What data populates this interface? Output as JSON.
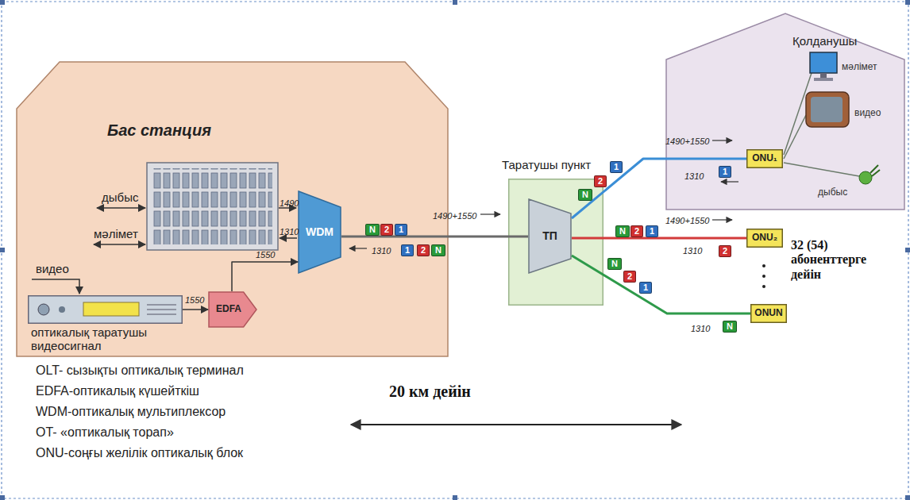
{
  "diagram": {
    "nodes": [
      {
        "text": [
          "Бас станция"
        ]
      },
      {
        "text": [
          "WDM"
        ],
        "in": 0
      },
      {
        "text": [
          "EDFA"
        ],
        "in": 0
      },
      {
        "text": [
          "оптикалық таратушы видеосигнал"
        ],
        "in": 0
      },
      {
        "text": [
          "Таратушы пункт"
        ]
      },
      {
        "text": [
          "ТП"
        ],
        "in": 4
      },
      {
        "text": [
          "Қолданушы"
        ]
      },
      {
        "text": [
          "ONU₁"
        ],
        "in": 6
      },
      {
        "text": [
          "ONU₂"
        ]
      },
      {
        "text": [
          "ONUN"
        ]
      }
    ],
    "edges": [
      {
        "from": 3,
        "to": 2,
        "label": "1550",
        "arrow": "to"
      },
      {
        "from": 2,
        "to": 1,
        "label": "1550",
        "arrow": "to"
      },
      {
        "from": 1,
        "to": 5,
        "label": "1490+1550",
        "arrow": "none"
      },
      {
        "from": 5,
        "to": 7,
        "label": "1490+1550",
        "arrow": "none"
      },
      {
        "from": 5,
        "to": 8,
        "label": "1490+1550",
        "arrow": "none"
      },
      {
        "from": 5,
        "to": 9,
        "arrow": "none"
      }
    ],
    "labels": [
      "дыбыс",
      "мәлімет",
      "видео",
      "1490",
      "1310",
      "1310",
      "N",
      "2",
      "1",
      "1",
      "2",
      "N",
      "N",
      "2",
      "1",
      "1310",
      "1",
      "N",
      "2",
      "1",
      "1310",
      "2",
      "N",
      "2",
      "1",
      "1310",
      "N",
      "мәлімет",
      "видео",
      "дыбыс",
      "32 (54) абоненттерге дейін",
      "20 км дейін",
      "OLT- сызықты оптикалық терминал",
      "EDFA-оптикалық күшейткіш",
      "WDM-оптикалық мультиплексор",
      "OT- «оптикалық торап»",
      "ONU-соңғы желілік оптикалық блок"
    ]
  }
}
